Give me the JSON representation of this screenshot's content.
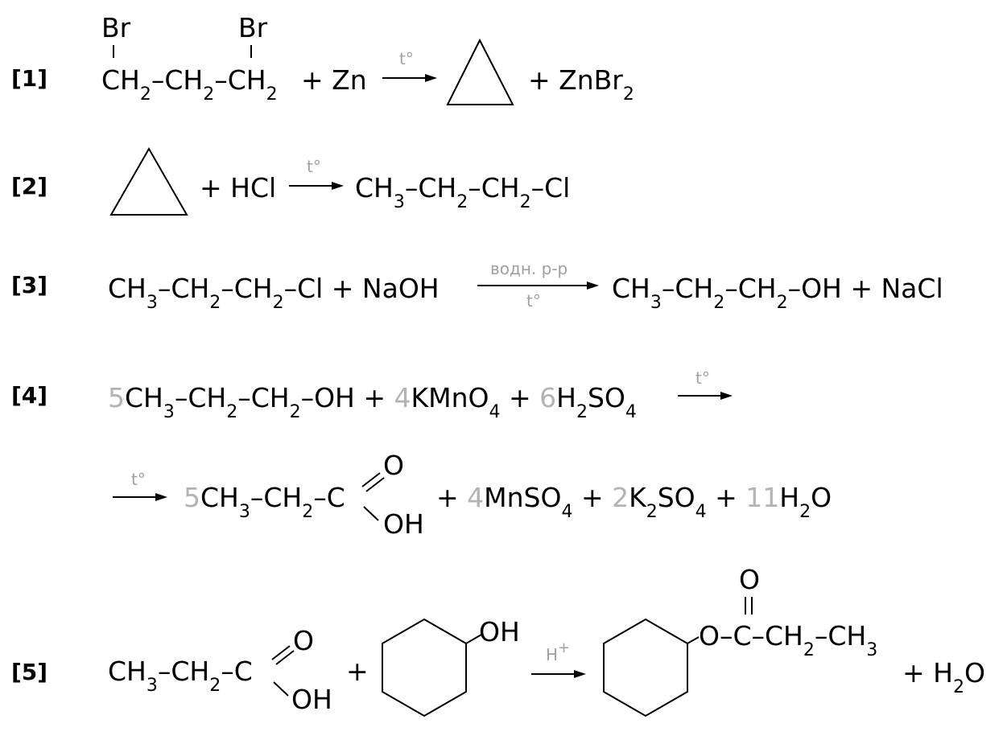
{
  "reactions": [
    {
      "number": "[1]",
      "reactant_top_left": "Br",
      "reactant_top_right": "Br",
      "reactant_main": "CH2–CH2–CH2",
      "reagent": "+ Zn",
      "condition": "t°",
      "product_suffix": "+ ZnBr2"
    },
    {
      "number": "[2]",
      "reagent": "+ HCl",
      "condition": "t°",
      "product": "CH3–CH2–CH2–Cl"
    },
    {
      "number": "[3]",
      "reactants": "CH3–CH2–CH2–Cl + NaOH",
      "condition_top": "водн. р-р",
      "condition_bottom": "t°",
      "products": "CH3–CH2–CH2–OH + NaCl"
    },
    {
      "number": "[4]",
      "coef_alcohol": "5",
      "alcohol": "CH3–CH2–CH2–OH",
      "coef_kmno4": "4",
      "kmno4": "KMnO4",
      "coef_h2so4": "6",
      "h2so4": "H2SO4",
      "condition": "t°",
      "condition_line2": "t°",
      "coef_acid": "5",
      "acid_chain": "CH3–CH2–C",
      "acid_o": "O",
      "acid_oh": "OH",
      "coef_mnso4": "4",
      "mnso4": "MnSO4",
      "coef_k2so4": "2",
      "k2so4": "K2SO4",
      "coef_water": "11",
      "water": "H2O"
    },
    {
      "number": "[5]",
      "acid_chain": "CH3–CH2–C",
      "acid_o": "O",
      "acid_oh": "OH",
      "plus": "+",
      "alcohol_oh": "OH",
      "condition": "H+",
      "ester_o_top": "O",
      "ester_chain": "O–C–CH2–CH3",
      "product_water": "+ H2O"
    }
  ]
}
